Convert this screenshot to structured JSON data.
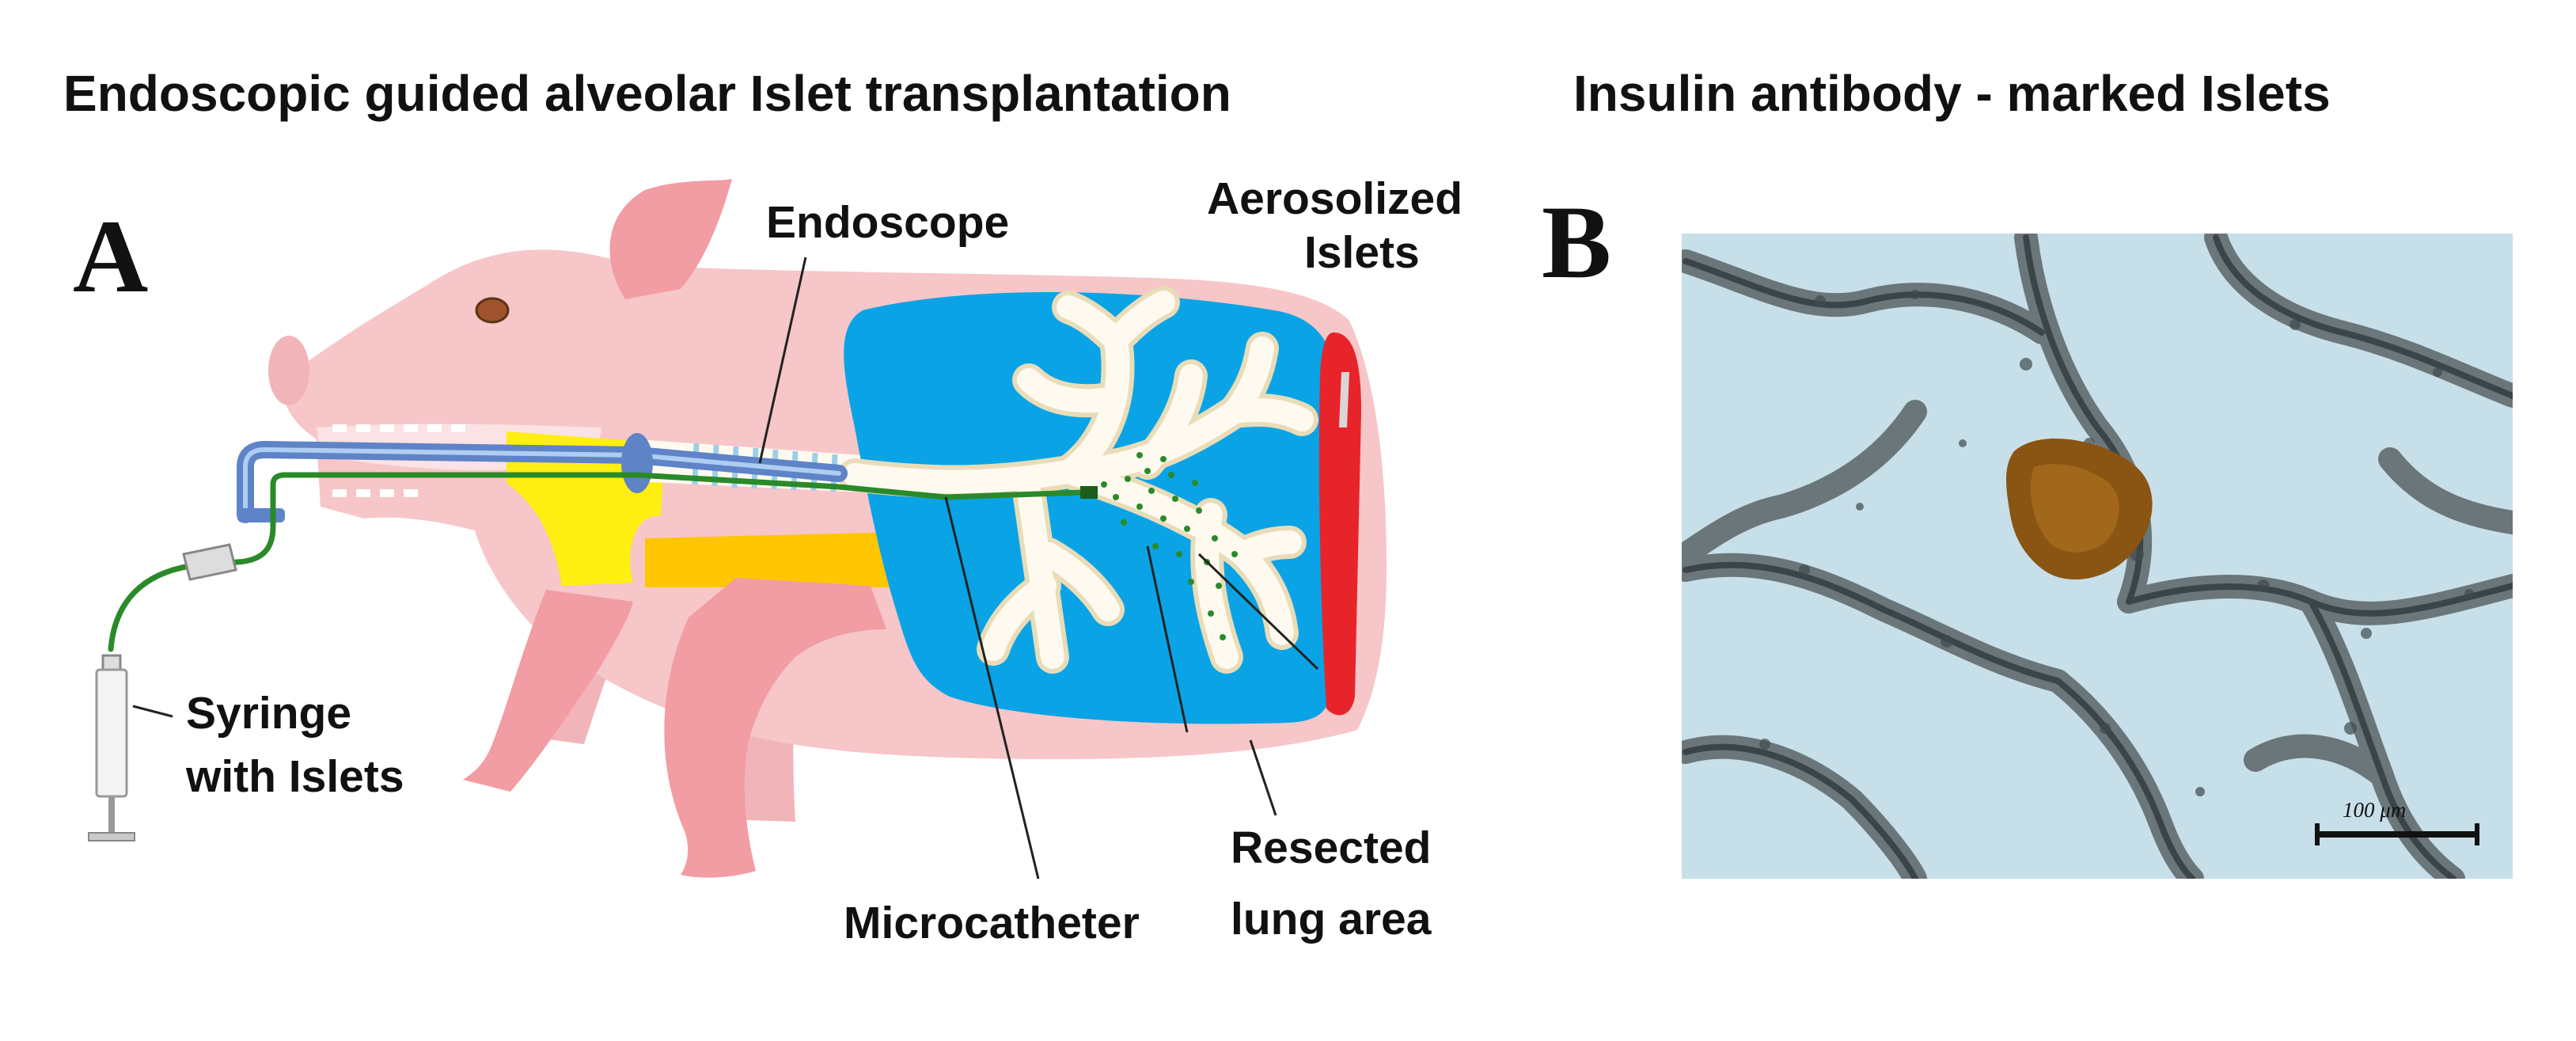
{
  "panel_a": {
    "letter": "A",
    "title": "Endoscopic guided alveolar Islet transplantation",
    "labels": {
      "endoscope": "Endoscope",
      "aerosolized_line1": "Aerosolized",
      "aerosolized_line2": "Islets",
      "syringe_line1": "Syringe",
      "syringe_line2": "with Islets",
      "microcatheter": "Microcatheter",
      "resected_line1": "Resected",
      "resected_line2": "lung area"
    },
    "colors": {
      "pig_body": "#f6c6c8",
      "pig_ear": "#f29ca3",
      "lung": "#0aa3e6",
      "airway": "#fffaf0",
      "endoscope_tube": "#5e83c7",
      "catheter": "#2a8a2a",
      "resected_area": "#e8242b",
      "yellow_tissue": "#ffee11",
      "orange_tissue": "#ffc600"
    }
  },
  "panel_b": {
    "letter": "B",
    "title": "Insulin antibody - marked Islets",
    "scale_bar_label": "100 μm",
    "colors": {
      "background": "#c7dfe9",
      "tissue": "#545e61",
      "islet": "#8a5412"
    }
  }
}
